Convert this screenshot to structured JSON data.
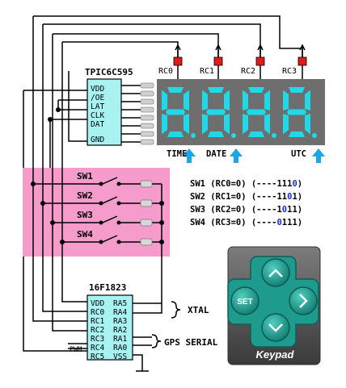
{
  "ic_top": {
    "name": "TPIC6C595",
    "pins": [
      "VDD",
      "/OE",
      "LAT",
      "CLK",
      "DAT",
      "GND"
    ]
  },
  "ic_bottom": {
    "name": "16F1823",
    "left_pins": [
      "VDD",
      "RC0",
      "RC1",
      "RC2",
      "RC3",
      "RC4",
      "RC5"
    ],
    "right_pins": [
      "RA5",
      "RA4",
      "RA3",
      "RA2",
      "RA1",
      "RA0",
      "VSS"
    ]
  },
  "probes": [
    "RC0",
    "RC1",
    "RC2",
    "RC3"
  ],
  "display": {
    "digits": [
      "8",
      "8",
      "8",
      "8"
    ],
    "segment_color": "#1fd8e8",
    "body_color": "#6e6e6e",
    "labels": [
      "TIME",
      "DATE",
      "UTC"
    ]
  },
  "switches": [
    "SW1",
    "SW2",
    "SW3",
    "SW4"
  ],
  "codes": [
    {
      "prefix": "SW1 (RC0=0) (----111",
      "digit": "0",
      "suffix": ")"
    },
    {
      "prefix": "SW2 (RC1=0) (----11",
      "digit": "0",
      "suffix": "1)"
    },
    {
      "prefix": "SW3 (RC2=0) (----1",
      "digit": "0",
      "suffix": "11)"
    },
    {
      "prefix": "SW4 (RC3=0) (----",
      "digit": "0",
      "suffix": "111)"
    }
  ],
  "annotations": {
    "xtal": "XTAL",
    "gps": "GPS SERIAL",
    "pwm": "PWM"
  },
  "keypad": {
    "title": "Keypad",
    "set_label": "SET"
  },
  "colors": {
    "accent_blue": "#1aa6e8",
    "probe_red": "#e01b1b",
    "switch_area": "#f59ccd",
    "code_highlight": "#1a2bd6",
    "keypad_teal": "#1f9b8e"
  }
}
